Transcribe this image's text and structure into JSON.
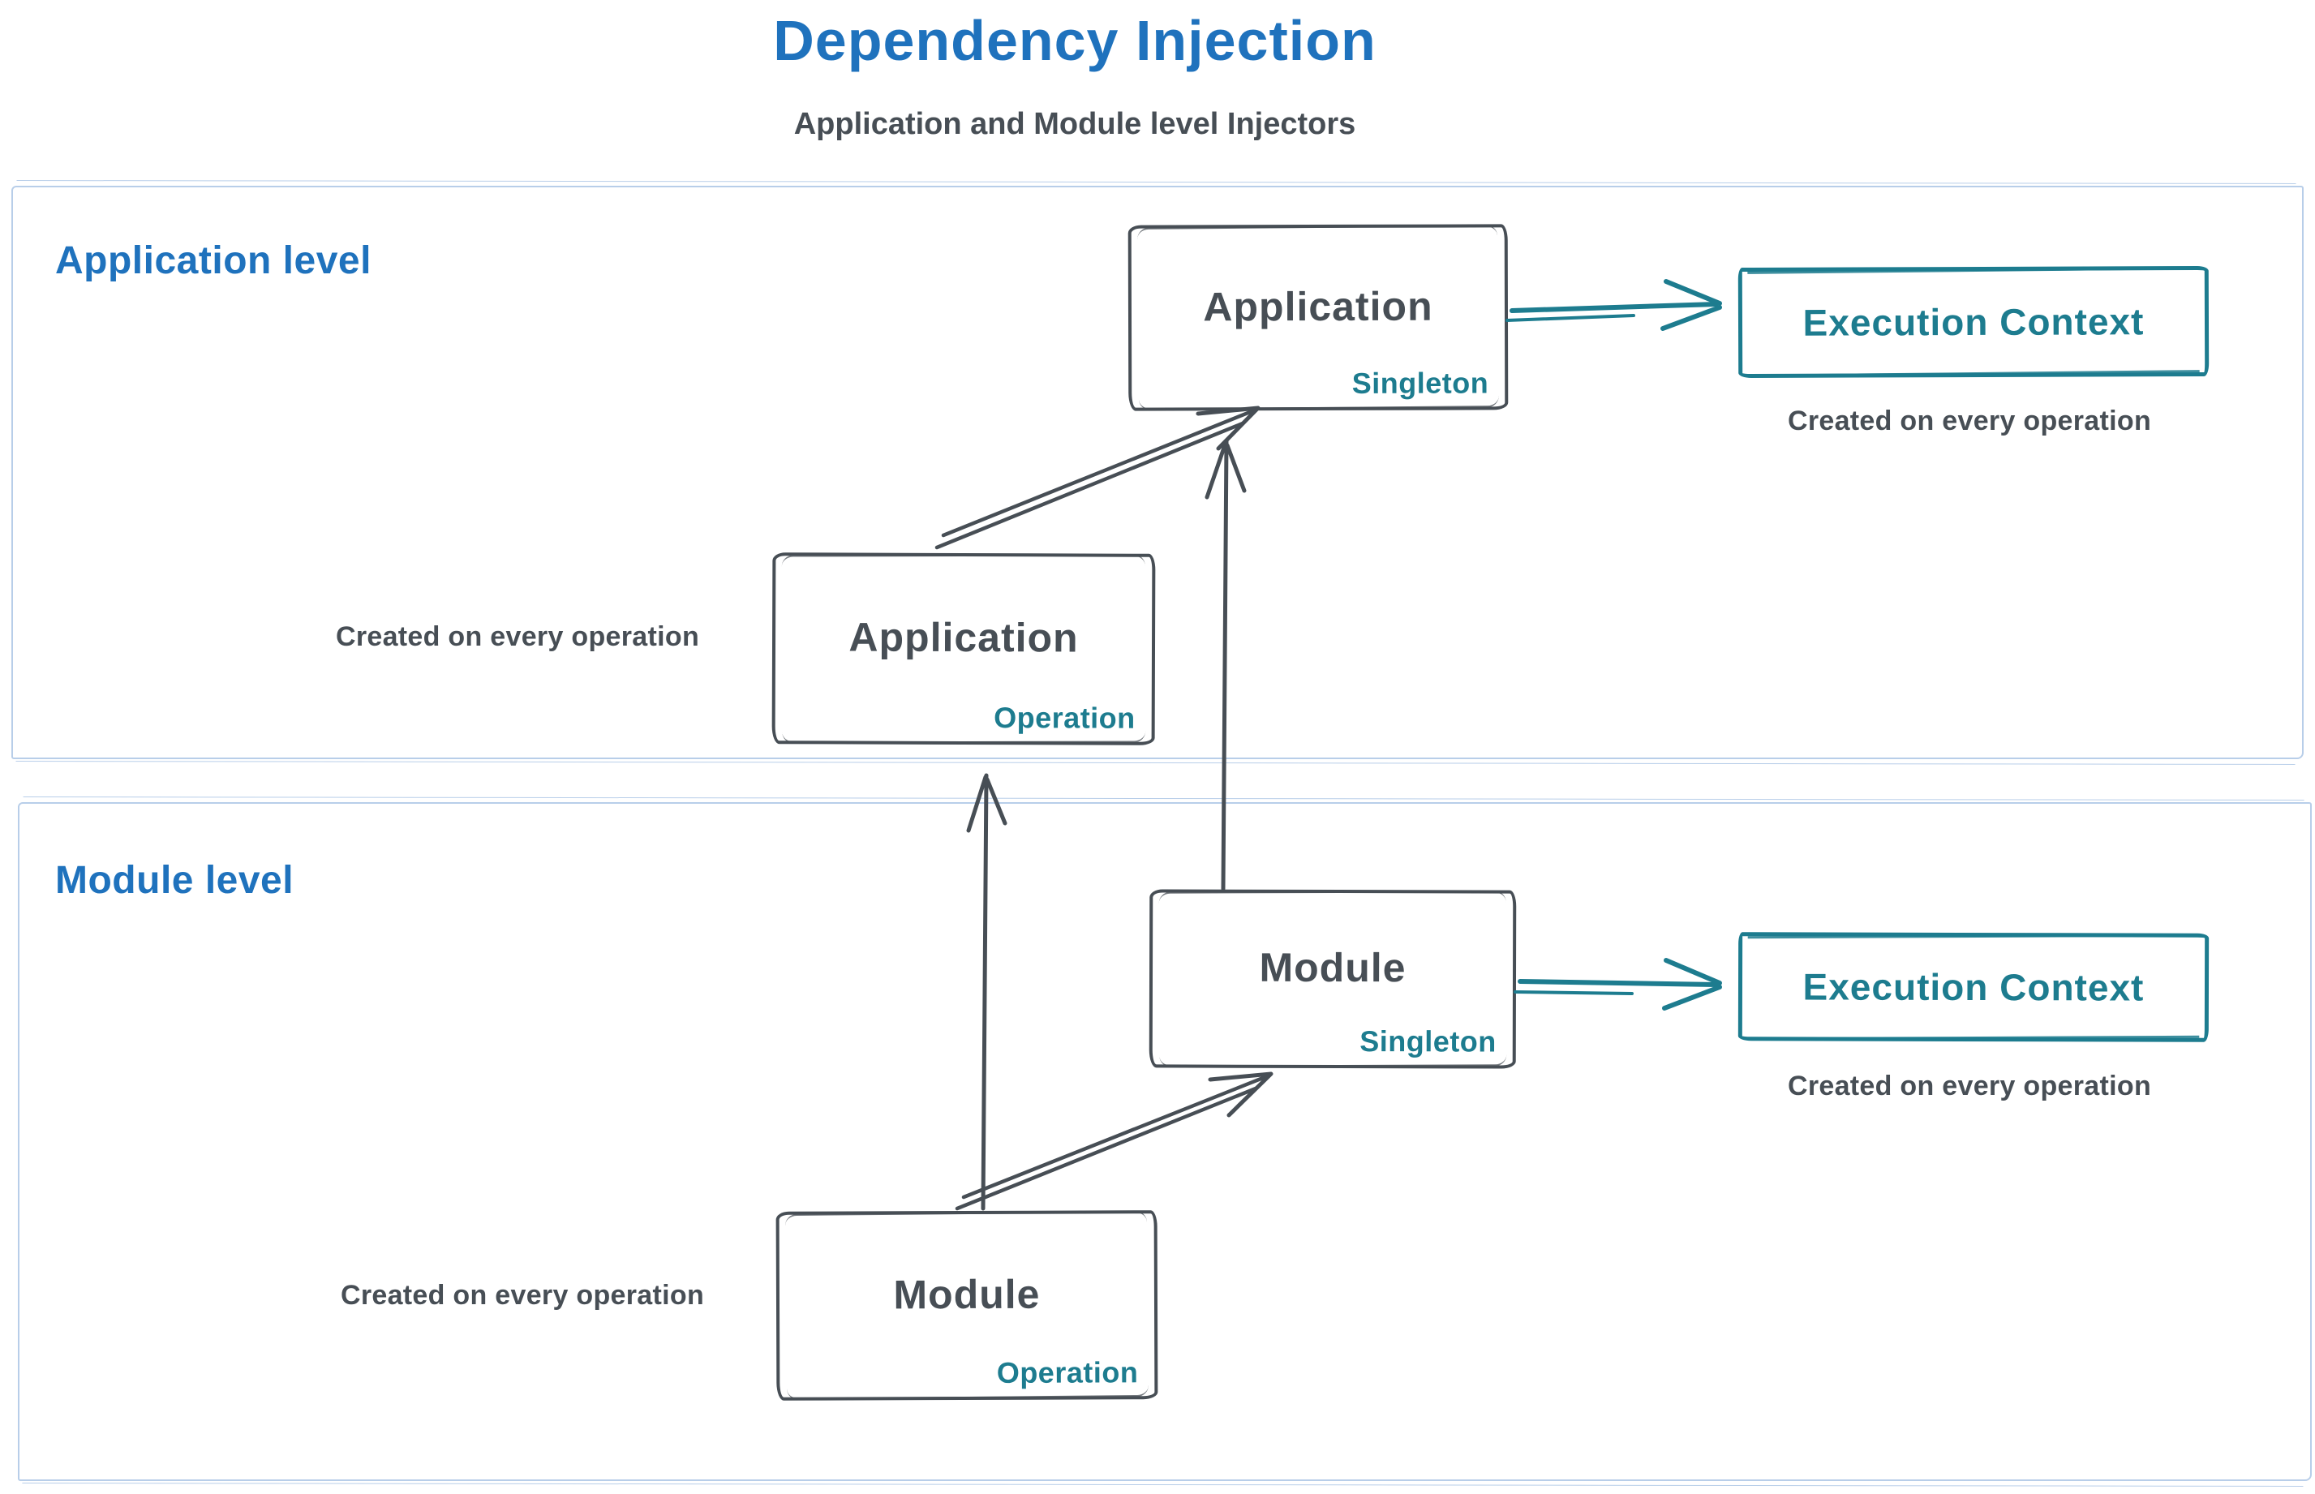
{
  "title": "Dependency Injection",
  "subtitle": "Application and Module level Injectors",
  "palette": {
    "blue": "#1f72bd",
    "dark": "#474e55",
    "teal": "#1d7c8f",
    "section_border": "#b8cee9"
  },
  "sections": {
    "application": {
      "label": "Application level"
    },
    "module": {
      "label": "Module level"
    }
  },
  "nodes": {
    "app_singleton": {
      "title": "Application",
      "badge": "Singleton"
    },
    "app_operation": {
      "title": "Application",
      "badge": "Operation"
    },
    "module_singleton": {
      "title": "Module",
      "badge": "Singleton"
    },
    "module_operation": {
      "title": "Module",
      "badge": "Operation"
    },
    "exec_context_app": {
      "title": "Execution Context"
    },
    "exec_context_module": {
      "title": "Execution Context"
    }
  },
  "captions": {
    "exec_context_app": "Created on every operation",
    "app_operation": "Created on every operation",
    "exec_context_module": "Created on every operation",
    "module_operation": "Created on every operation"
  },
  "edges": [
    {
      "id": "application-singleton-to-execution-context",
      "from": "app_singleton",
      "to": "exec_context_app",
      "style": "teal"
    },
    {
      "id": "application-operation-to-application-singleton",
      "from": "app_operation",
      "to": "app_singleton",
      "style": "dark"
    },
    {
      "id": "module-singleton-to-application-singleton",
      "from": "module_singleton",
      "to": "app_singleton",
      "style": "dark"
    },
    {
      "id": "module-singleton-to-execution-context",
      "from": "module_singleton",
      "to": "exec_context_module",
      "style": "teal"
    },
    {
      "id": "module-operation-to-module-singleton",
      "from": "module_operation",
      "to": "module_singleton",
      "style": "dark"
    },
    {
      "id": "module-operation-to-application-operation",
      "from": "module_operation",
      "to": "app_operation",
      "style": "dark"
    }
  ]
}
